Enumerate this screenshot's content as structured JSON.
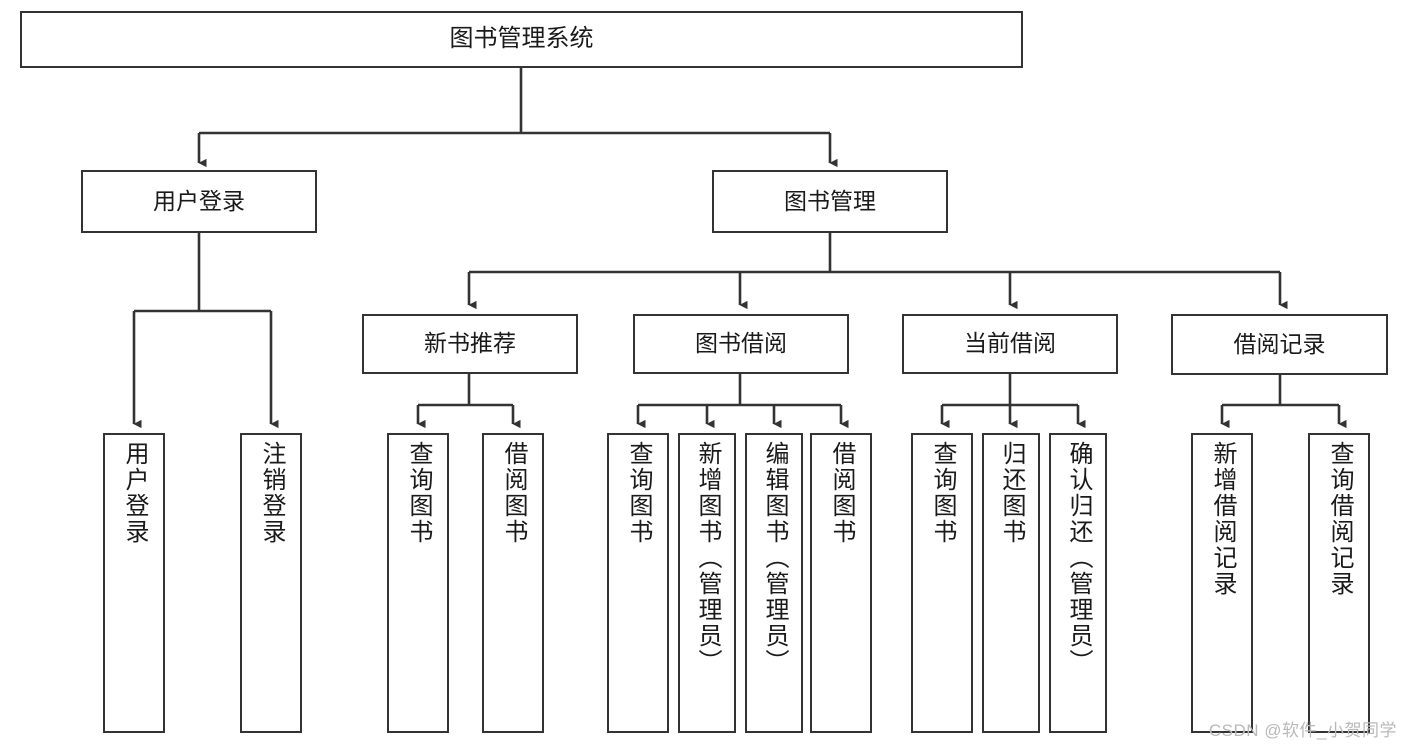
{
  "diagram": {
    "title": "图书管理系统",
    "type": "hierarchy-tree",
    "root": {
      "label": "图书管理系统"
    },
    "level1": [
      {
        "label": "用户登录"
      },
      {
        "label": "图书管理"
      }
    ],
    "level2": [
      {
        "label": "新书推荐"
      },
      {
        "label": "图书借阅"
      },
      {
        "label": "当前借阅"
      },
      {
        "label": "借阅记录"
      }
    ],
    "leaves": {
      "user_login": [
        {
          "label": "用户登录"
        },
        {
          "label": "注销登录"
        }
      ],
      "new_book_recommend": [
        {
          "label": "查询图书"
        },
        {
          "label": "借阅图书"
        }
      ],
      "book_borrow": [
        {
          "label": "查询图书"
        },
        {
          "label": "新增图书（管理员）"
        },
        {
          "label": "编辑图书（管理员）"
        },
        {
          "label": "借阅图书"
        }
      ],
      "current_borrow": [
        {
          "label": "查询图书"
        },
        {
          "label": "归还图书"
        },
        {
          "label": "确认归还（管理员）"
        }
      ],
      "borrow_record": [
        {
          "label": "新增借阅记录"
        },
        {
          "label": "查询借阅记录"
        }
      ]
    }
  },
  "watermark": {
    "text": "CSDN @软件_小贺同学"
  },
  "colors": {
    "border": "#333333",
    "text": "#1a1a1a",
    "background": "#ffffff",
    "watermark": "#b9b9b9"
  }
}
